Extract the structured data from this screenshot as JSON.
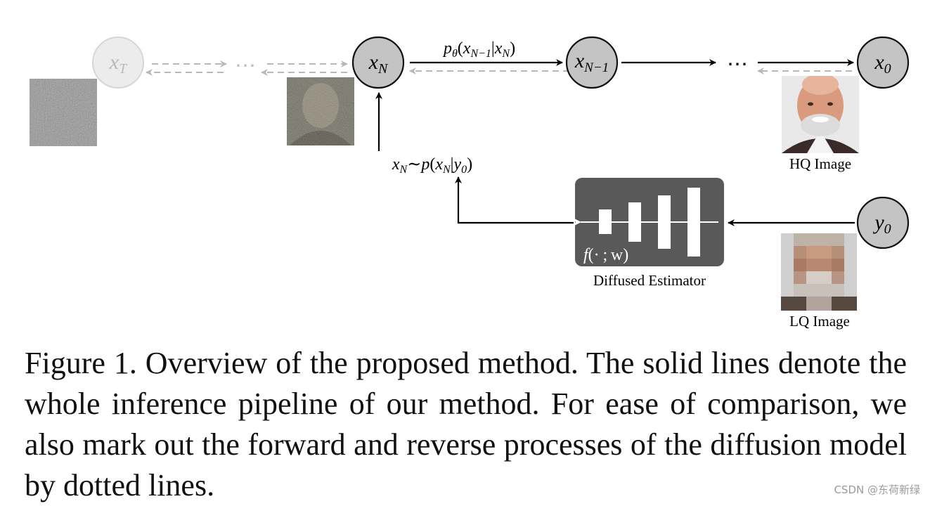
{
  "diagram": {
    "nodes": {
      "xT": {
        "base": "x",
        "sub": "T"
      },
      "xN": {
        "base": "x",
        "sub": "N"
      },
      "xN1": {
        "base": "x",
        "sub": "N−1"
      },
      "x0": {
        "base": "x",
        "sub": "0"
      },
      "y0": {
        "base": "y",
        "sub": "0"
      }
    },
    "dots": "⋯",
    "top_label": {
      "p": "p",
      "theta": "θ",
      "open": "(",
      "x1": "x",
      "s1": "N−1",
      "bar": "|",
      "x2": "x",
      "s2": "N",
      "close": ")"
    },
    "left_label": {
      "x": "x",
      "s": "N",
      "tilde": "∼",
      "p": "p",
      "open": "(",
      "x2": "x",
      "s2": "N",
      "bar": "|",
      "y": "y",
      "s3": "0",
      "close": ")"
    },
    "estimator_label": {
      "f": "f",
      "args": "(· ; w)"
    },
    "estimator_caption": "Diffused Estimator",
    "hq_caption": "HQ Image",
    "lq_caption": "LQ Image"
  },
  "caption": "Figure 1. Overview of the proposed method. The solid lines denote the whole inference pipeline of our method. For ease of comparison, we also mark out the forward and reverse processes of the diffusion model by dotted lines.",
  "watermark": "CSDN @东荷新绿"
}
